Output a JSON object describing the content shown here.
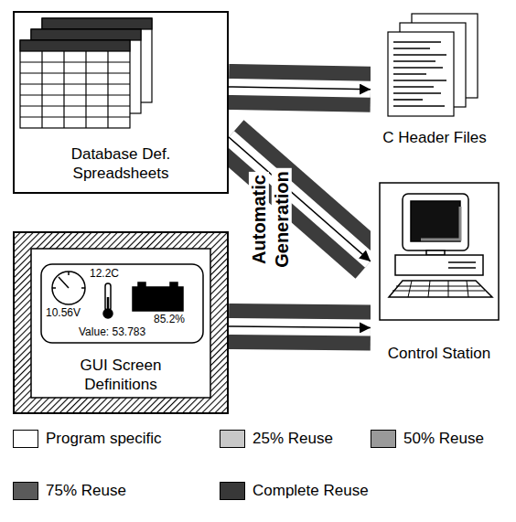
{
  "diagram": {
    "nodes": [
      {
        "text": [
          "Database Def. Spreadsheets"
        ]
      },
      {
        "text": [
          "GUI Screen Definitions"
        ]
      },
      {
        "text": [
          "C Header Files"
        ]
      },
      {
        "text": [
          "Control Station"
        ]
      }
    ],
    "edges": [
      {
        "from": 0,
        "to": 2,
        "arrow": "to"
      },
      {
        "from": 0,
        "to": 3,
        "arrow": "to"
      },
      {
        "from": 1,
        "to": 3,
        "arrow": "to"
      }
    ],
    "labels": [
      "12.2C",
      "10.56V",
      "85.2%",
      "Value: 53.783",
      "Automatic",
      "Generation"
    ],
    "legend": [
      {
        "text": "Program specific",
        "color": "#ffffff"
      },
      {
        "text": "25% Reuse",
        "color": "#c8c8c8"
      },
      {
        "text": "50% Reuse",
        "color": "#9a9a9a"
      },
      {
        "text": "75% Reuse",
        "color": "#5a5a5a"
      },
      {
        "text": "Complete Reuse",
        "color": "#383838"
      }
    ]
  }
}
